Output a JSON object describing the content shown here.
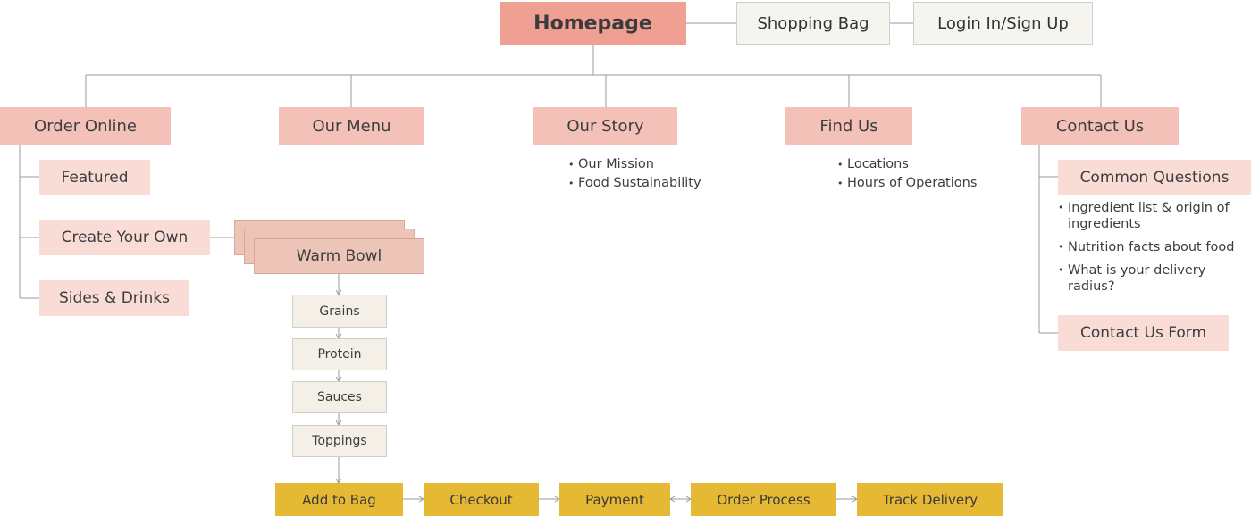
{
  "homepage": "Homepage",
  "utilities": [
    "Shopping Bag",
    "Login In/Sign Up"
  ],
  "sections": {
    "order_online": "Order Online",
    "our_menu": "Our Menu",
    "our_story": "Our Story",
    "find_us": "Find Us",
    "contact_us": "Contact Us"
  },
  "order_online_items": [
    "Featured",
    "Create Your Own",
    "Sides & Drinks"
  ],
  "warm_bowl": "Warm Bowl",
  "bowl_steps": [
    "Grains",
    "Protein",
    "Sauces",
    "Toppings"
  ],
  "checkout_flow": [
    "Add to Bag",
    "Checkout",
    "Payment",
    "Order Process",
    "Track Delivery"
  ],
  "our_story_items": [
    "Our Mission",
    "Food Sustainability"
  ],
  "find_us_items": [
    "Locations",
    "Hours of Operations"
  ],
  "contact_us_items": {
    "common_questions": "Common Questions",
    "questions": [
      "Ingredient list & origin of ingredients",
      "Nutrition facts about food",
      "What is your delivery radius?"
    ],
    "contact_form": "Contact Us Form"
  },
  "colors": {
    "homepage": "#f0a093",
    "level1": "#f4c1b9",
    "level2": "#f9dcd6",
    "utility": "#f6f4ef",
    "flow": "#e6b934",
    "step": "#f4f0e7"
  }
}
